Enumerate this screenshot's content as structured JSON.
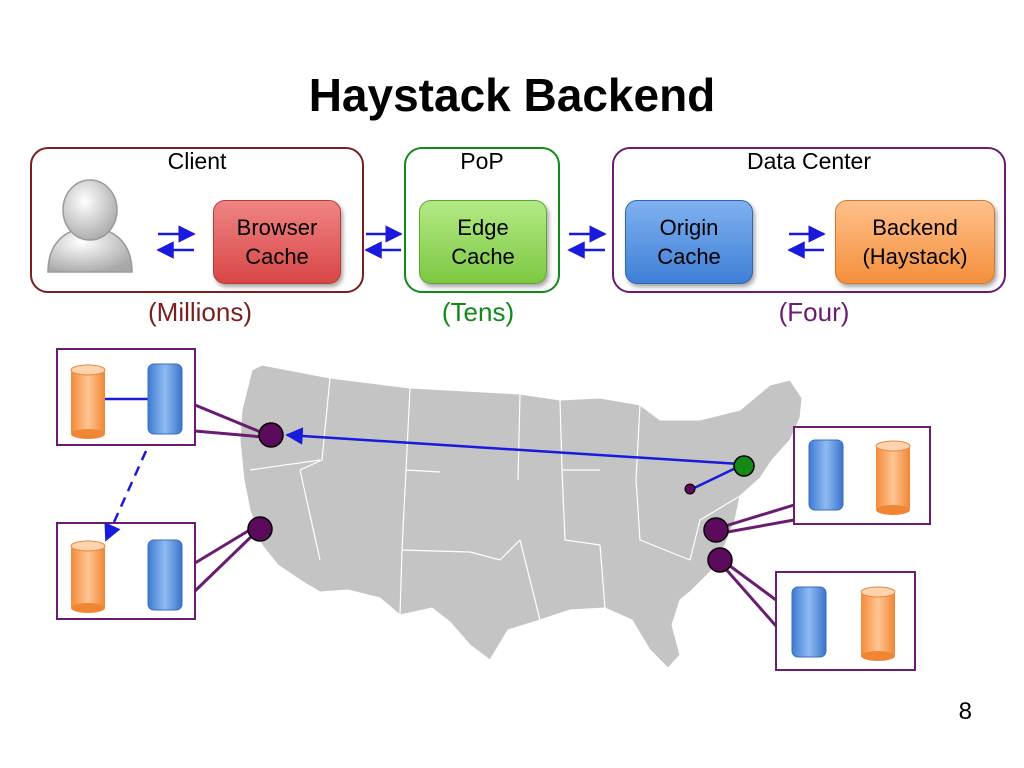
{
  "slide": {
    "title": "Haystack Backend",
    "page_number": "8"
  },
  "groups": {
    "client": {
      "label": "Client",
      "count": "(Millions)",
      "color": "#7a1f1f"
    },
    "pop": {
      "label": "PoP",
      "count": "(Tens)",
      "color": "#118a18"
    },
    "datacenter": {
      "label": "Data Center",
      "count": "(Four)",
      "color": "#6a1b72"
    }
  },
  "nodes": {
    "browser_cache": {
      "label": "Browser\nCache",
      "color": "#e15a5a"
    },
    "edge_cache": {
      "label": "Edge\nCache",
      "color": "#8fd65a"
    },
    "origin_cache": {
      "label": "Origin\nCache",
      "color": "#4f8fe0"
    },
    "backend": {
      "label": "Backend\n(Haystack)",
      "color": "#f7a25a"
    }
  },
  "icons": [
    "user-icon",
    "bidirectional-arrow-icon",
    "storage-cylinder-icon",
    "server-box-icon",
    "us-map"
  ],
  "colors": {
    "arrow": "#1a1adc",
    "datacenter_node": "#5c0a5c",
    "pop_node": "#138a13",
    "map": "#c4c4c4"
  }
}
